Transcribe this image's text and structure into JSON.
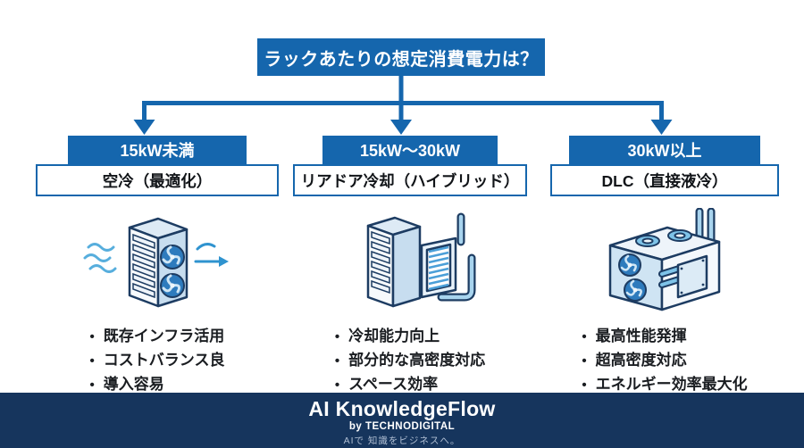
{
  "root_question": "ラックあたりの想定消費電力は？",
  "columns": [
    {
      "range": "15kW未満",
      "method": "空冷（最適化）",
      "icon": "air-cooled-rack-icon",
      "bullets": [
        "既存インフラ活用",
        "コストバランス良",
        "導入容易"
      ]
    },
    {
      "range": "15kW〜30kW",
      "method": "リアドア冷却（ハイブリッド）",
      "icon": "rear-door-cooling-icon",
      "bullets": [
        "冷却能力向上",
        "部分的な高密度対応",
        "スペース効率"
      ]
    },
    {
      "range": "30kW以上",
      "method": "DLC（直接液冷）",
      "icon": "direct-liquid-cooling-icon",
      "bullets": [
        "最高性能発揮",
        "超高密度対応",
        "エネルギー効率最大化"
      ]
    }
  ],
  "footer": {
    "brand": "AI KnowledgeFlow",
    "byline": "by TECHNODIGITAL",
    "tagline": "AIで 知識をビジネスへ。"
  },
  "colors": {
    "primary_blue": "#1566ad",
    "footer_navy": "#16355d",
    "icon_outline": "#1d3c62",
    "icon_fan_blue": "#2e7bbd",
    "icon_light_blue": "#a8d4ee",
    "text_dark": "#1a1d21"
  }
}
